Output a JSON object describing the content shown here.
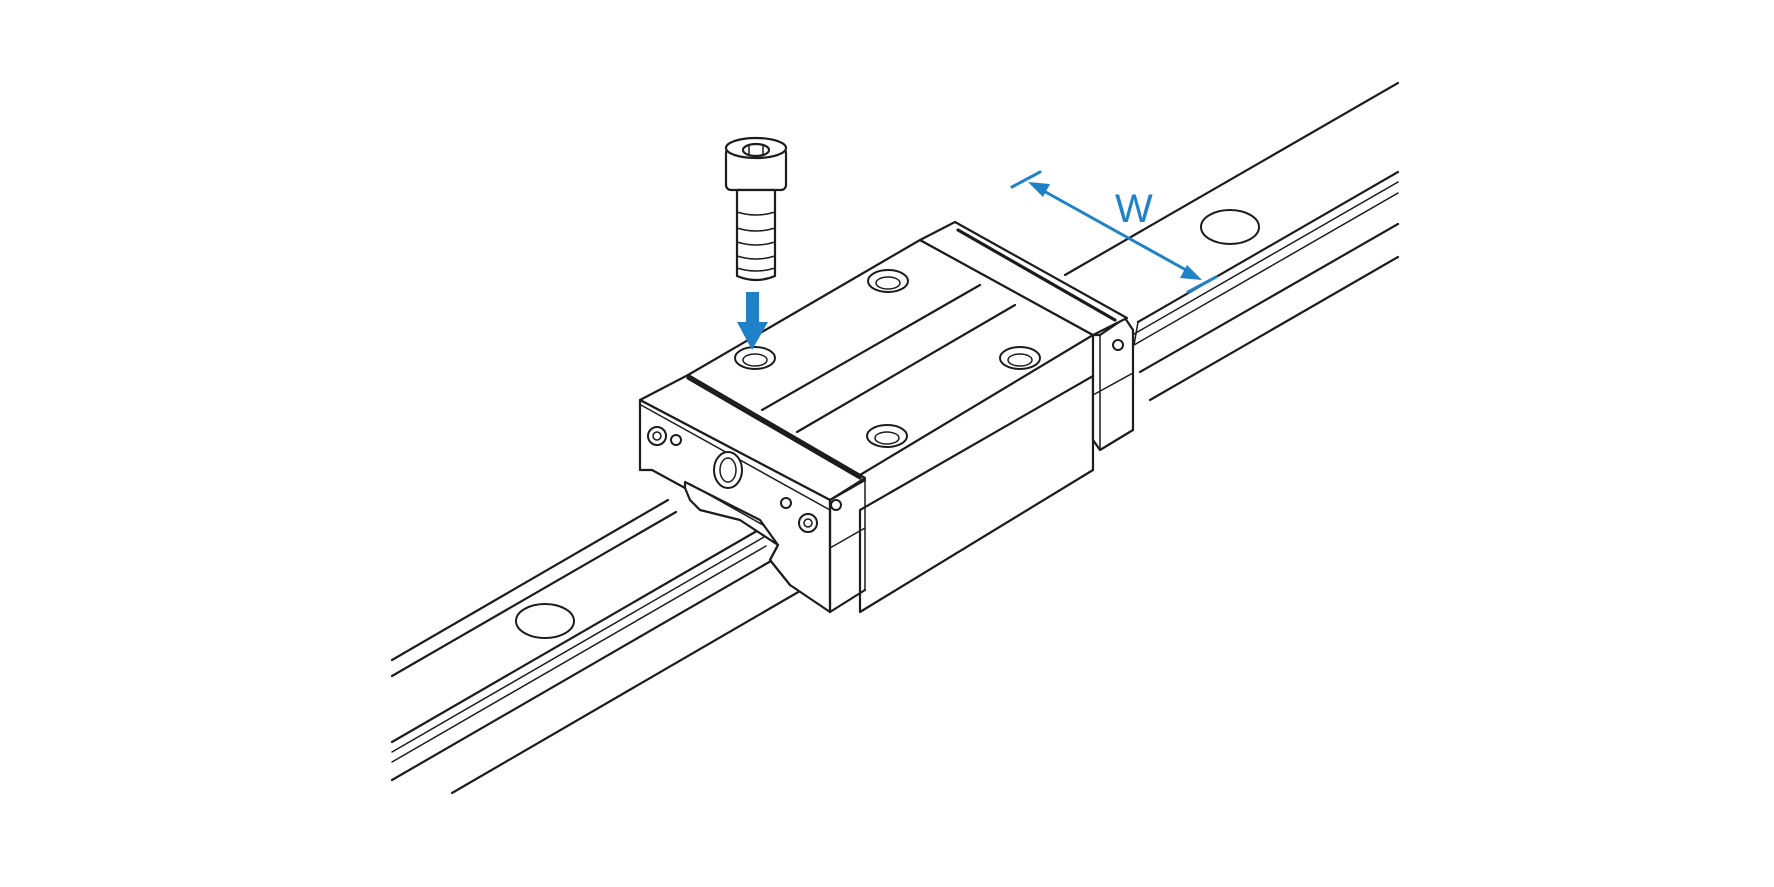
{
  "diagram": {
    "dimension_label": "W",
    "accent_color": "#1f82c8",
    "line_color": "#1c1c1c",
    "background": "#ffffff",
    "parts": {
      "rail": "guide-rail",
      "carriage": "linear-carriage-block",
      "screw": "socket-head-cap-screw",
      "arrow": "mounting-direction-arrow",
      "dimension": "width-dimension-line"
    }
  }
}
